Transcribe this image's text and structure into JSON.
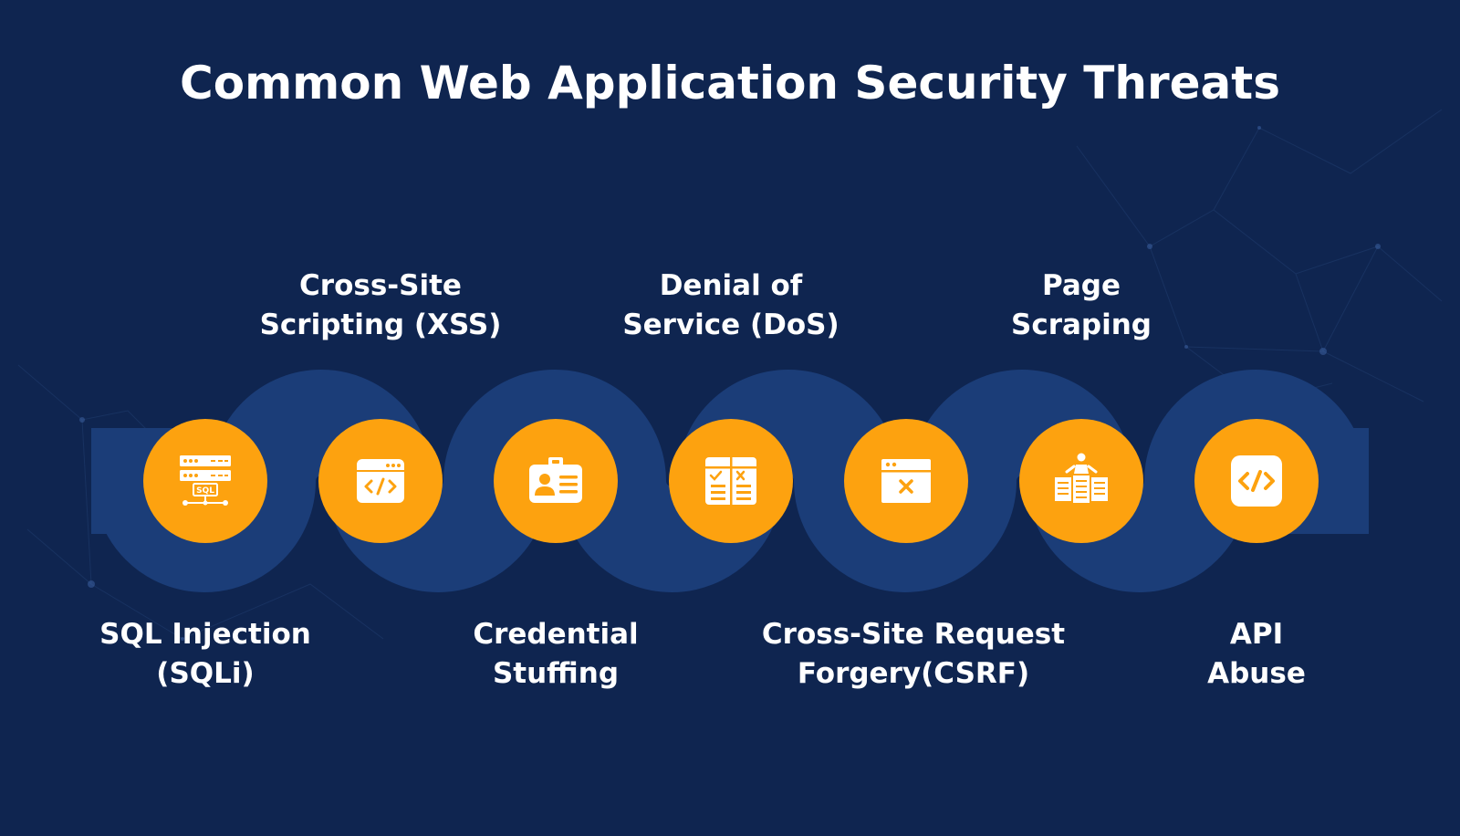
{
  "title": "Common Web Application Security Threats",
  "colors": {
    "background": "#0f2550",
    "wave": "#1b3d78",
    "node": "#fda20f",
    "text": "#ffffff"
  },
  "threats": [
    {
      "lines": [
        "SQL Injection",
        "(SQLi)"
      ],
      "icon": "sql-server-icon",
      "sql_tag": "SQL"
    },
    {
      "lines": [
        "Cross-Site",
        "Scripting (XSS)"
      ],
      "icon": "code-window-icon"
    },
    {
      "lines": [
        "Credential",
        "Stuffing"
      ],
      "icon": "id-card-icon"
    },
    {
      "lines": [
        "Denial of",
        "Service (DoS)"
      ],
      "icon": "checklist-grid-icon"
    },
    {
      "lines": [
        "Cross-Site Request",
        "Forgery(CSRF)"
      ],
      "icon": "browser-error-icon"
    },
    {
      "lines": [
        "Page",
        "Scraping"
      ],
      "icon": "scraper-pages-icon"
    },
    {
      "lines": [
        "API",
        "Abuse"
      ],
      "icon": "api-code-icon"
    }
  ]
}
